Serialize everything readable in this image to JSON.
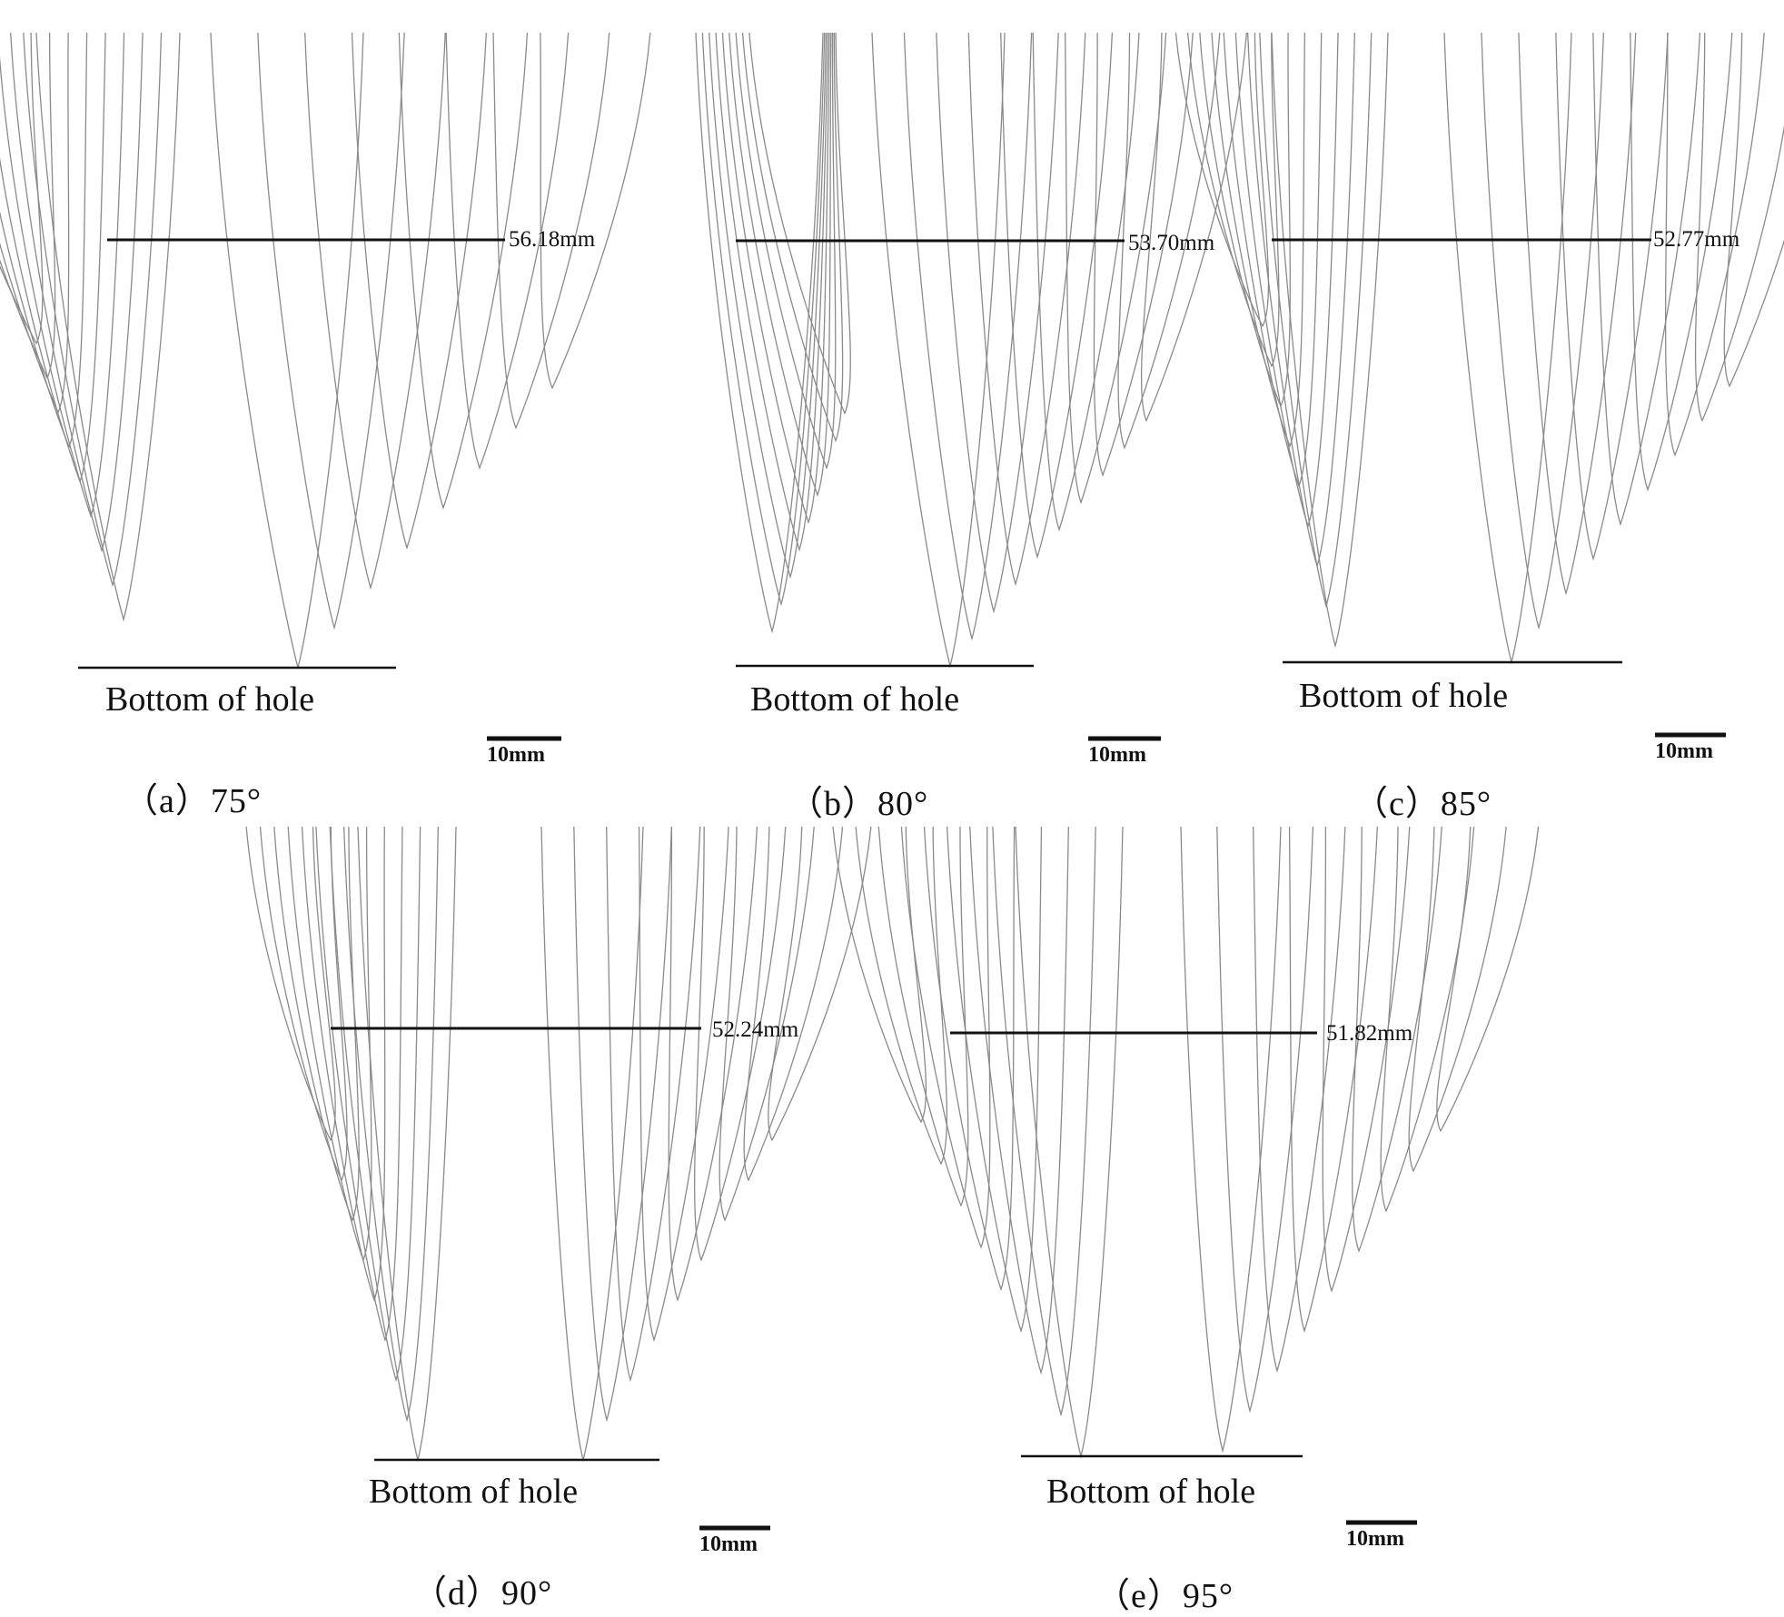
{
  "panels": [
    {
      "id": "a",
      "caption": "（a）75°",
      "spacing_label": "56.18mm",
      "bottom_label": "Bottom of hole",
      "scale_label": "10mm",
      "cutting_angle_deg": 75
    },
    {
      "id": "b",
      "caption": "（b）80°",
      "spacing_label": "53.70mm",
      "bottom_label": "Bottom of hole",
      "scale_label": "10mm",
      "cutting_angle_deg": 80
    },
    {
      "id": "c",
      "caption": "（c）85°",
      "spacing_label": "52.77mm",
      "bottom_label": "Bottom of hole",
      "scale_label": "10mm",
      "cutting_angle_deg": 85
    },
    {
      "id": "d",
      "caption": "（d）90°",
      "spacing_label": "52.24mm",
      "bottom_label": "Bottom of hole",
      "scale_label": "10mm",
      "cutting_angle_deg": 90
    },
    {
      "id": "e",
      "caption": "（e）95°",
      "spacing_label": "51.82mm",
      "bottom_label": "Bottom of hole",
      "scale_label": "10mm",
      "cutting_angle_deg": 95
    }
  ],
  "colors": {
    "trajectory": "#8a8a8a",
    "lines": "#111111",
    "background": "#ffffff"
  }
}
